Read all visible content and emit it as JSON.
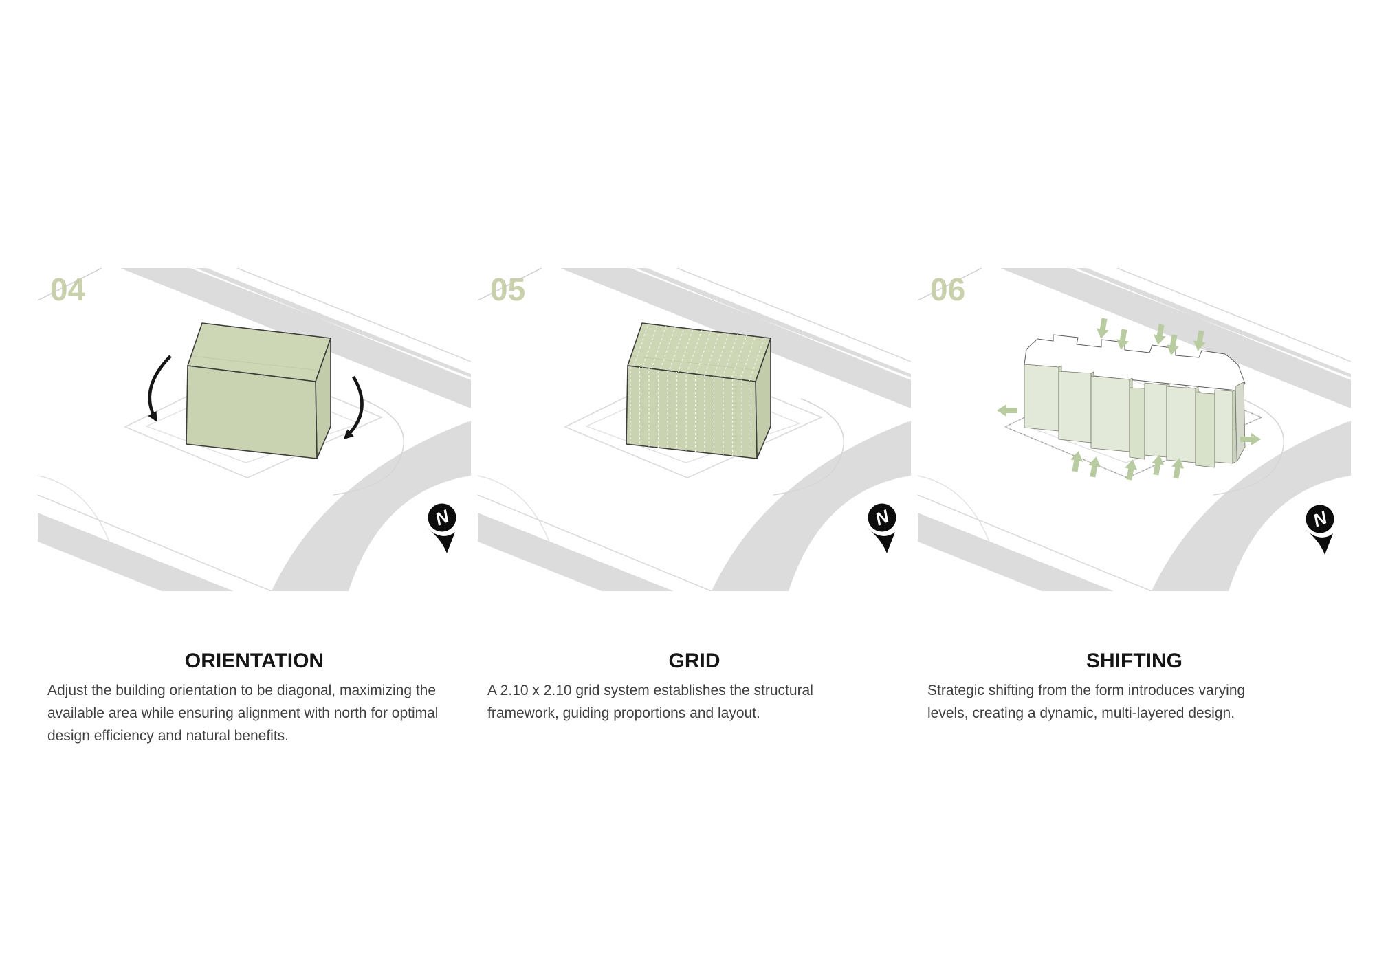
{
  "colors": {
    "accent_green": "#c8d1ab",
    "title_black": "#151515",
    "body_gray": "#3f3f3f",
    "road_gray": "#dcdcdc",
    "building_green_top": "#cdd7b6",
    "building_green_front": "#c9d3b1",
    "building_green_side": "#c2ccaa",
    "shifted_slab_green": "#e3e9d8",
    "sage_arrow": "#b9cba0",
    "north_icon_black": "#0c0c0c"
  },
  "panels": [
    {
      "number": "04",
      "title": "ORIENTATION",
      "description": "Adjust the building orientation to be diagonal, maximizing the\navailable area while ensuring alignment with north for optimal\ndesign efficiency and natural benefits.",
      "north_label": "N"
    },
    {
      "number": "05",
      "title": "GRID",
      "description": "A 2.10 x 2.10 grid system establishes the structural\nframework, guiding proportions and layout.",
      "north_label": "N"
    },
    {
      "number": "06",
      "title": "SHIFTING",
      "description": "Strategic shifting from the form introduces varying\nlevels, creating a dynamic, multi-layered design.",
      "north_label": "N"
    }
  ]
}
